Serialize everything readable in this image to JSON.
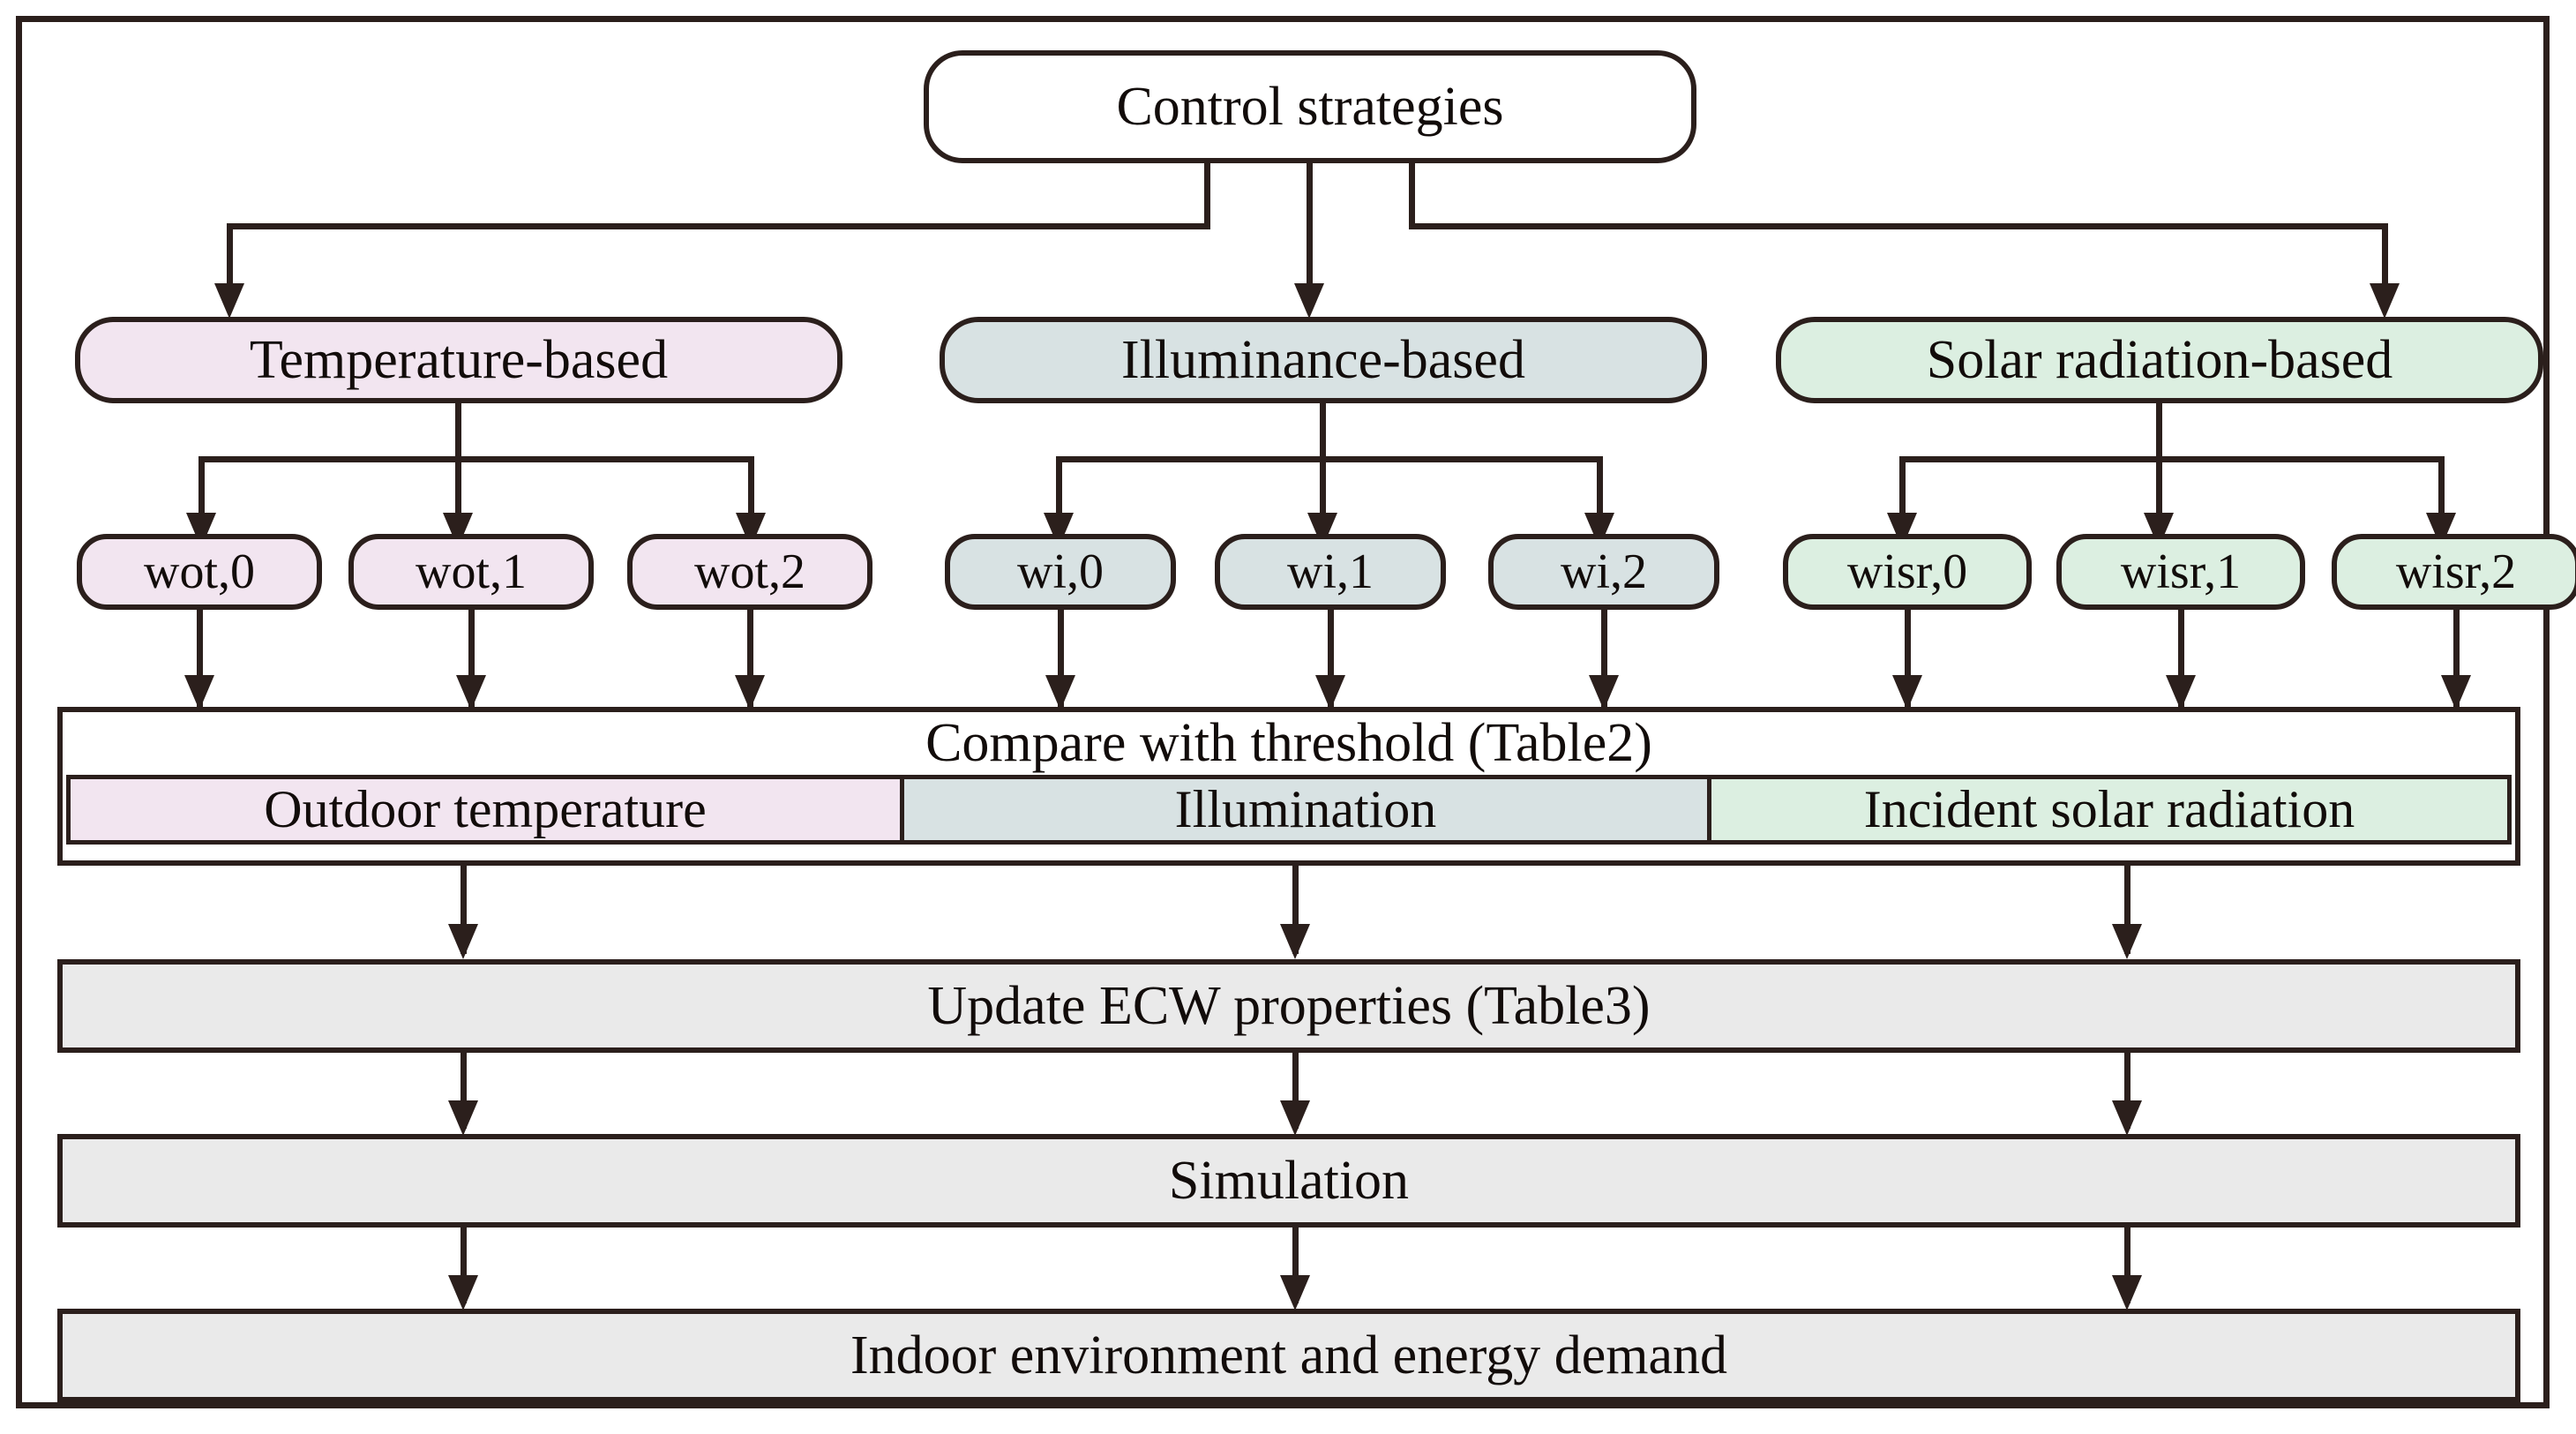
{
  "diagram": {
    "title": "Control strategies",
    "root": {
      "label": "Control strategies"
    },
    "strategies": [
      {
        "label": "Temperature-based",
        "color": "#f2e5f0"
      },
      {
        "label": "Illuminance-based",
        "color": "#d8e2e3"
      },
      {
        "label": "Solar radiation-based",
        "color": "#dcefe1"
      }
    ],
    "weights": [
      {
        "label": "wot,0",
        "color": "#f2e5f0"
      },
      {
        "label": "wot,1",
        "color": "#f2e5f0"
      },
      {
        "label": "wot,2",
        "color": "#f2e5f0"
      },
      {
        "label": "wi,0",
        "color": "#d8e2e3"
      },
      {
        "label": "wi,1",
        "color": "#d8e2e3"
      },
      {
        "label": "wi,2",
        "color": "#d8e2e3"
      },
      {
        "label": "wisr,0",
        "color": "#dcefe1"
      },
      {
        "label": "wisr,1",
        "color": "#dcefe1"
      },
      {
        "label": "wisr,2",
        "color": "#dcefe1"
      }
    ],
    "compare": {
      "title": "Compare with threshold (Table2)",
      "cells": [
        {
          "label": "Outdoor temperature",
          "color": "#f2e5f0"
        },
        {
          "label": "Illumination",
          "color": "#d8e2e3"
        },
        {
          "label": "Incident solar radiation",
          "color": "#dcefe1"
        }
      ]
    },
    "stages": [
      {
        "label": "Update ECW properties (Table3)",
        "color": "#eaeaea"
      },
      {
        "label": "Simulation",
        "color": "#eaeaea"
      },
      {
        "label": "Indoor environment and energy demand",
        "color": "#eaeaea"
      }
    ],
    "palette": {
      "line": "#2b1f1c",
      "text": "#120c0a",
      "background": "#ffffff",
      "pink": "#f2e5f0",
      "blue_gray": "#d8e2e3",
      "mint": "#dcefe1",
      "gray": "#eaeaea"
    }
  }
}
